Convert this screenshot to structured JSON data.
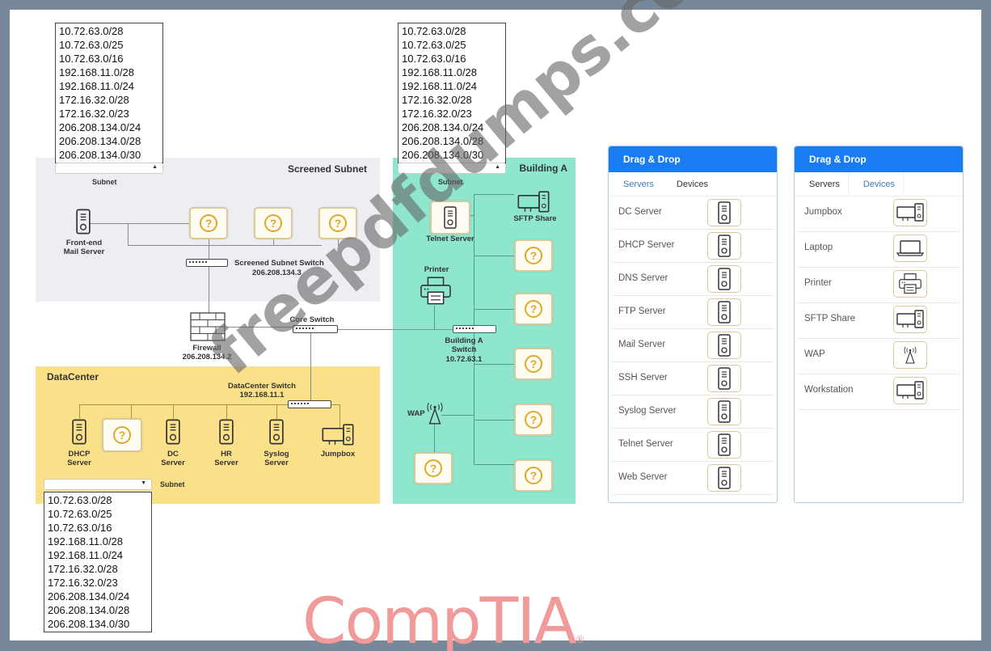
{
  "subnet_options": [
    "10.72.63.0/28",
    "10.72.63.0/25",
    "10.72.63.0/16",
    "192.168.11.0/28",
    "192.168.11.0/24",
    "172.16.32.0/28",
    "172.16.32.0/23",
    "206.208.134.0/24",
    "206.208.134.0/28",
    "206.208.134.0/30"
  ],
  "subnet_label": "Subnet",
  "screened_subnet": {
    "title": "Screened Subnet",
    "mail_server": "Front-end\nMail Server",
    "switch_name": "Screened Subnet Switch",
    "switch_ip": "206.208.134.3",
    "placeholder": "?"
  },
  "firewall": {
    "name": "Firewall",
    "ip": "206.208.134.2"
  },
  "core_switch": {
    "name": "Core Switch"
  },
  "datacenter": {
    "title": "DataCenter",
    "switch_name": "DataCenter Switch",
    "switch_ip": "192.168.11.1",
    "devices": [
      "DHCP\nServer",
      "DC\nServer",
      "HR\nServer",
      "Syslog\nServer",
      "Jumpbox"
    ]
  },
  "building_a": {
    "title": "Building A",
    "telnet": "Telnet Server",
    "sftp": "SFTP Share",
    "printer": "Printer",
    "switch_name": "Building A\nSwitch",
    "switch_ip": "10.72.63.1",
    "wap": "WAP"
  },
  "panel_servers": {
    "header": "Drag & Drop",
    "tabs": [
      "Servers",
      "Devices"
    ],
    "active_tab": "Servers",
    "items": [
      "DC Server",
      "DHCP Server",
      "DNS Server",
      "FTP Server",
      "Mail Server",
      "SSH Server",
      "Syslog Server",
      "Telnet Server",
      "Web Server"
    ]
  },
  "panel_devices": {
    "header": "Drag & Drop",
    "tabs": [
      "Servers",
      "Devices"
    ],
    "active_tab": "Devices",
    "items": [
      {
        "label": "Jumpbox",
        "icon": "workstation-icon"
      },
      {
        "label": "Laptop",
        "icon": "laptop-icon"
      },
      {
        "label": "Printer",
        "icon": "printer-icon"
      },
      {
        "label": "SFTP Share",
        "icon": "workstation-icon"
      },
      {
        "label": "WAP",
        "icon": "wap-icon"
      },
      {
        "label": "Workstation",
        "icon": "workstation-icon"
      }
    ]
  },
  "brand": {
    "name": "CompTIA",
    "reg": "®"
  },
  "watermark": "freepdfdumps.com"
}
